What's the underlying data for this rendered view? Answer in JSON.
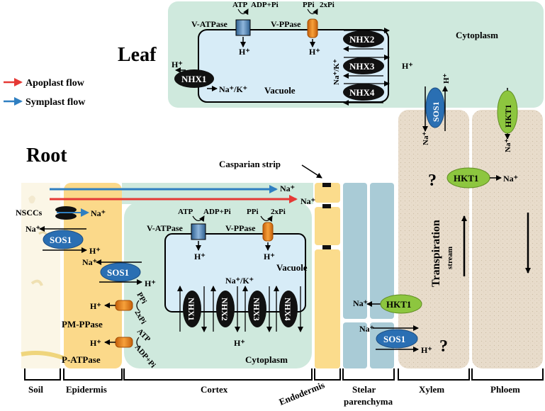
{
  "labels": {
    "leaf": "Leaf",
    "root": "Root",
    "cytoplasm": "Cytoplasm",
    "vacuole": "Vacuole",
    "casparian_strip": "Casparian strip",
    "transpiration": "Transpiration",
    "stream": "stream",
    "question": "?"
  },
  "legend": {
    "apoplast": "Apoplast flow",
    "symplast": "Symplast flow",
    "apoplast_color": "#e53935",
    "symplast_color": "#2f7fc1"
  },
  "ions": {
    "h": "H⁺",
    "na": "Na⁺",
    "na_k": "Na⁺/K⁺",
    "atp": "ATP",
    "adp_pi": "ADP+Pi",
    "ppi": "PPi",
    "two_pi": "2xPi"
  },
  "proteins": {
    "v_atpase": "V-ATPase",
    "v_ppase": "V-PPase",
    "pm_ppase": "PM-PPase",
    "p_atpase": "P-ATPase",
    "nsccs": "NSCCs",
    "sos1": "SOS1",
    "hkt1": "HKT1",
    "nhx1": "NHX1",
    "nhx2": "NHX2",
    "nhx3": "NHX3",
    "nhx4": "NHX4"
  },
  "tissues": [
    "Soil",
    "Epidermis",
    "Cortex",
    "Endodermis",
    "Stelar",
    "parenchyma",
    "Xylem",
    "Phloem"
  ],
  "colors": {
    "cytoplasm": "#cfe9dd",
    "vacuole": "#d7ecf7",
    "epidermis": "#fbd98a",
    "endodermis": "#fbdc8c",
    "stelar": "#a9cbd6",
    "xylem": "#e9ddcc",
    "pump": "#e8821a",
    "sos1": "#2a6fb3",
    "hkt1": "#8dc63f",
    "nhx": "#111111"
  }
}
